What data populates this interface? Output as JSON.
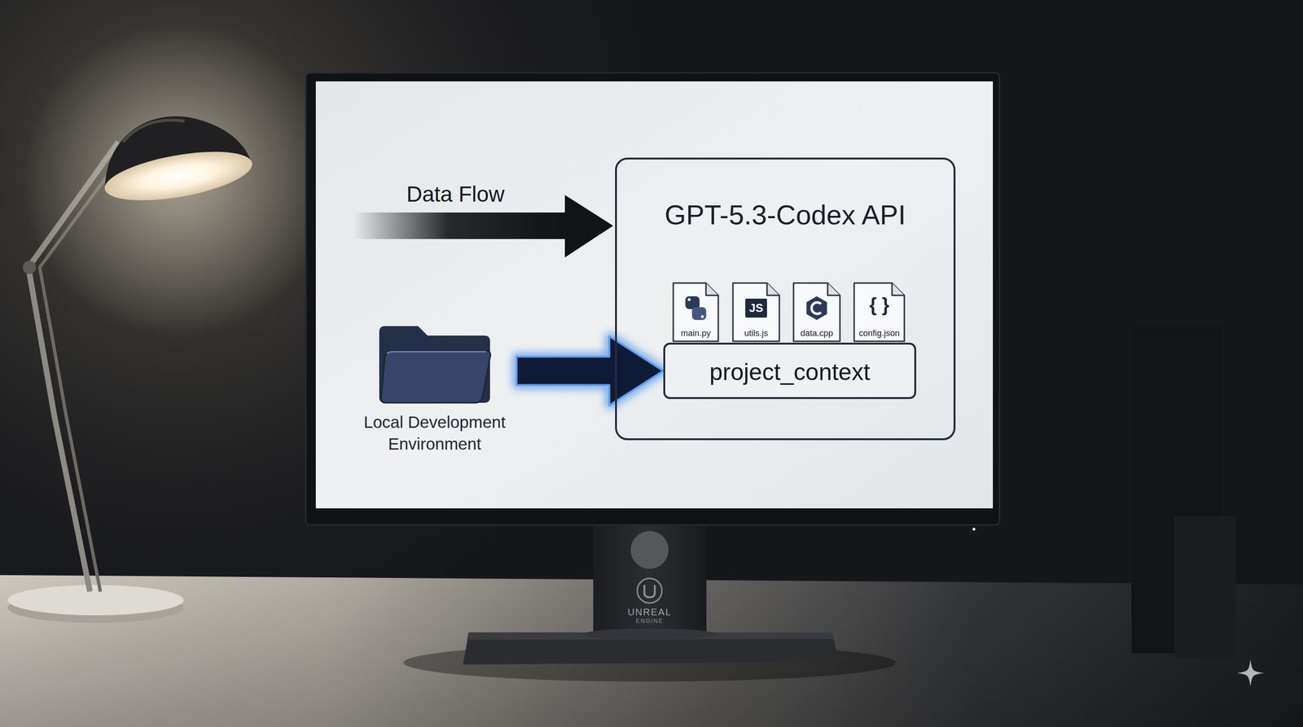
{
  "diagram": {
    "nodes": [
      {
        "text": [
          "GPT-5.3-Codex API"
        ]
      },
      {
        "text": [
          "main.py"
        ],
        "in": 0
      },
      {
        "text": [
          "JS",
          "utils.js"
        ],
        "in": 0
      },
      {
        "text": [
          "data.cpp"
        ],
        "in": 0
      },
      {
        "text": [
          "{ }",
          "config.json"
        ],
        "in": 0
      },
      {
        "text": [
          "project_context"
        ],
        "in": 0
      },
      {
        "text": [
          "Local Development Environment"
        ]
      }
    ],
    "edges": [
      {
        "from": 6,
        "to": 5,
        "arrow": "to"
      }
    ],
    "labels": [
      "Data Flow",
      "UNREAL",
      "ENGINE"
    ]
  }
}
